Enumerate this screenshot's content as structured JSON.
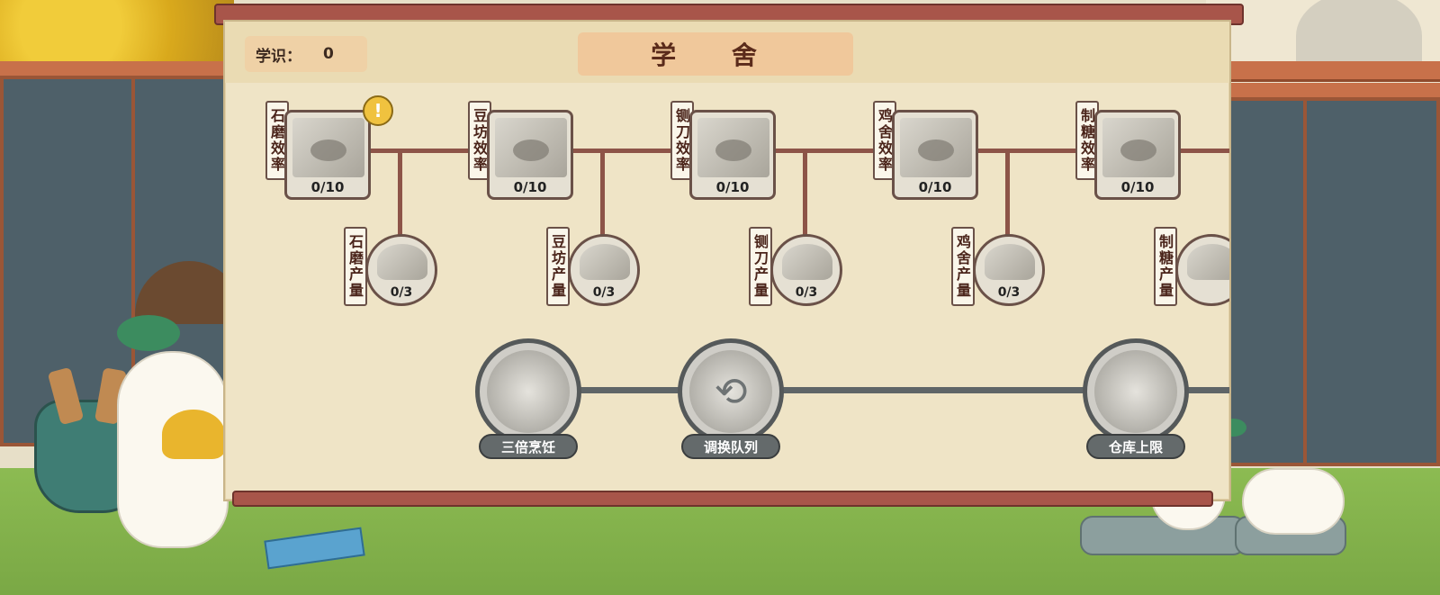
{
  "header": {
    "title": "学 舍",
    "score_label": "学识：",
    "score_value": "0"
  },
  "top_nodes": [
    {
      "label": "石磨效率",
      "count": "0/10",
      "icon": "stone-mill-icon"
    },
    {
      "label": "豆坊效率",
      "count": "0/10",
      "icon": "bean-workshop-icon"
    },
    {
      "label": "铡刀效率",
      "count": "0/10",
      "icon": "chopper-icon"
    },
    {
      "label": "鸡舍效率",
      "count": "0/10",
      "icon": "chicken-coop-icon"
    },
    {
      "label": "制糖效率",
      "count": "0/10",
      "icon": "sugar-making-icon"
    }
  ],
  "sub_nodes": [
    {
      "label": "石磨产量",
      "count": "0/3",
      "icon": "stone-mill-icon"
    },
    {
      "label": "豆坊产量",
      "count": "0/3",
      "icon": "bean-workshop-icon"
    },
    {
      "label": "铡刀产量",
      "count": "0/3",
      "icon": "chopper-icon"
    },
    {
      "label": "鸡舍产量",
      "count": "0/3",
      "icon": "chicken-coop-icon"
    },
    {
      "label": "制糖产量",
      "count": "",
      "icon": "sugar-making-icon"
    }
  ],
  "big_nodes": [
    {
      "label": "三倍烹饪",
      "icon": "triple-cooking-icon"
    },
    {
      "label": "调换队列",
      "icon": "swap-queue-icon"
    },
    {
      "label": "仓库上限",
      "icon": "warehouse-icon"
    }
  ],
  "colors": {
    "panel": "#efe4c6",
    "line": "#8d5448",
    "title_plate": "#f0c89b"
  }
}
